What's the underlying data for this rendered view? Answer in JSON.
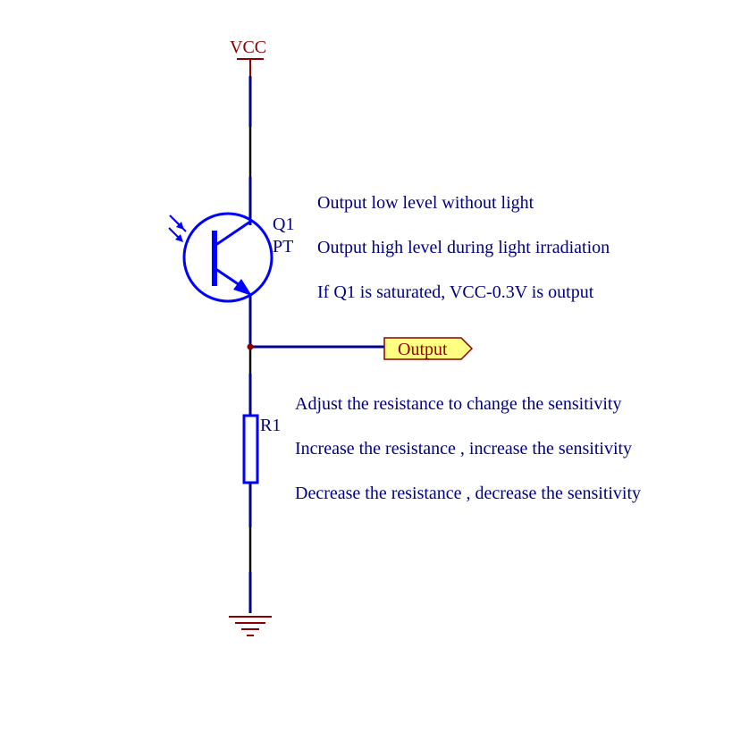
{
  "colors": {
    "wire": "#000000",
    "pin": "#00008b",
    "symbol": "#0000ff",
    "power": "#8b0000",
    "text": "#000080",
    "port_fill": "#ffff80",
    "port_stroke": "#8b0000",
    "junction": "#8b0000",
    "background": "#ffffff"
  },
  "power": {
    "vcc_label": "VCC",
    "ground_icon": "ground-symbol"
  },
  "components": {
    "q1": {
      "designator": "Q1",
      "value": "PT",
      "icon": "phototransistor-symbol"
    },
    "r1": {
      "designator": "R1",
      "icon": "resistor-symbol"
    }
  },
  "port": {
    "label": "Output",
    "icon": "output-port-arrow"
  },
  "notes": {
    "light": [
      "Output low level without light",
      "Output high level during light irradiation",
      "If Q1 is saturated, VCC-0.3V is output"
    ],
    "resistance": [
      "Adjust the resistance to change the sensitivity",
      "Increase the resistance , increase the sensitivity",
      "Decrease the resistance , decrease the sensitivity"
    ]
  }
}
